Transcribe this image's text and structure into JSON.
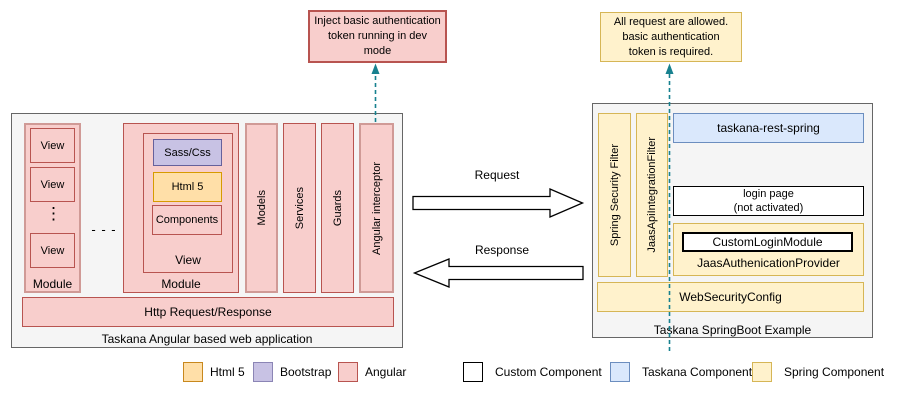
{
  "callouts": {
    "dev_token_note": [
      "Inject basic authentication",
      "token running in dev",
      "mode"
    ],
    "auth_note": [
      "All request are allowed.",
      "basic authentication",
      "token is required."
    ]
  },
  "angular_app": {
    "title": "Taskana Angular based web application",
    "module1": {
      "label": "Module",
      "views": [
        "View",
        "View",
        "View"
      ],
      "vertical_ellipsis": "⋮"
    },
    "between_modules_ellipsis": "- - -",
    "module2": {
      "label": "Module",
      "view": {
        "label": "View",
        "sass": "Sass/Css",
        "html5": "Html 5",
        "components": "Components"
      }
    },
    "pillars": [
      "Models",
      "Services",
      "Guards",
      "Angular interceptor"
    ],
    "http_bar": "Http Request/Response"
  },
  "arrows": {
    "request": "Request",
    "response": "Response"
  },
  "spring_app": {
    "title": "Taskana SpringBoot Example",
    "filters": [
      "Spring Security Filter",
      "JaasApiIntegrationFilter"
    ],
    "taskana_rest": "taskana-rest-spring",
    "login_page": [
      "login page",
      "(not activated)"
    ],
    "custom_login_module": "CustomLoginModule",
    "jaas_provider": "JaasAuthenicationProvider",
    "web_security_config": "WebSecurityConfig"
  },
  "legend": [
    {
      "label": "Html 5",
      "fill": "#ffdfa8",
      "stroke": "#c8881d"
    },
    {
      "label": "Bootstrap",
      "fill": "#c8c2e4",
      "stroke": "#8b85b5"
    },
    {
      "label": "Angular",
      "fill": "#f8cecc",
      "stroke": "#b85450"
    },
    {
      "label": "Custom Component",
      "fill": "#ffffff",
      "stroke": "#000000"
    },
    {
      "label": "Taskana Component",
      "fill": "#dae8fc",
      "stroke": "#6c8ebf"
    },
    {
      "label": "Spring Component",
      "fill": "#fff2cc",
      "stroke": "#d6b656"
    }
  ],
  "palette": {
    "angular_fill": "#f8cecc",
    "angular_stroke": "#b85450",
    "spring_fill": "#fff2cc",
    "spring_stroke": "#d6b656",
    "taskana_fill": "#dae8fc",
    "taskana_stroke": "#6c8ebf",
    "container_fill": "#f5f5f5",
    "container_stroke": "#666666",
    "dashed_arrow": "#17818f"
  }
}
